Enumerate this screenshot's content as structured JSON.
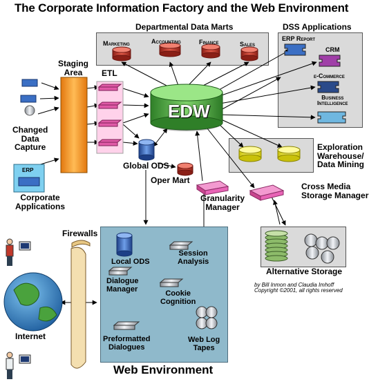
{
  "title": "The Corporate Information Factory and the Web Environment",
  "data_marts": {
    "header": "Departmental Data Marts",
    "items": [
      "Marketing",
      "Accounting",
      "Finance",
      "Sales"
    ]
  },
  "dss": {
    "header": "DSS Applications",
    "items": [
      "ERP Report",
      "CRM",
      "e-Commerce",
      "Business\nIntelligence"
    ]
  },
  "staging_area": "Staging\nArea",
  "etl": "ETL",
  "changed_data_capture": "Changed\nData\nCapture",
  "corporate_applications": "Corporate\nApplications",
  "erp_box": "ERP",
  "edw": "EDW",
  "global_ods": "Global ODS",
  "oper_mart": "Oper Mart",
  "exploration": "Exploration\nWarehouse/\nData Mining",
  "granularity_manager": "Granularity\nManager",
  "cross_media": "Cross Media\nStorage Manager",
  "alternative_storage": "Alternative Storage",
  "credit": "by Bill Inmon and Claudia Imhoff\nCopyright ©2001, all rights reserved",
  "firewalls": "Firewalls",
  "internet": "Internet",
  "web_env": {
    "title": "Web Environment",
    "local_ods": "Local ODS",
    "session_analysis": "Session\nAnalysis",
    "dialogue_manager": "Dialogue\nManager",
    "cookie_cognition": "Cookie\nCognition",
    "preformatted_dialogues": "Preformatted\nDialogues",
    "web_log_tapes": "Web Log\nTapes"
  },
  "colors": {
    "edw_green": "#5bb84a",
    "mart_red": "#c83c2c",
    "staging_orange": "#f79a1e",
    "etl_pink": "#e05aa7",
    "granularity_pink": "#e864b6",
    "exploration_yellow": "#f4ee2a",
    "web_panel": "#8fb9cb",
    "ods_blue": "#3b6fc4",
    "storage_green": "#8dbb6a"
  }
}
